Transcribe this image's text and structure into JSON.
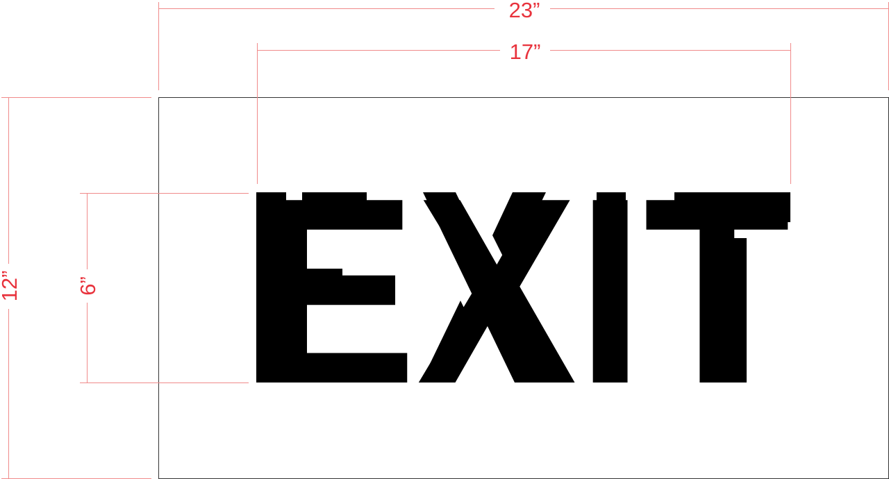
{
  "stencil": {
    "lettering": "EXIT",
    "letter_color": "#000000",
    "outline_color": "#333333"
  },
  "dimensions": {
    "color": "#e8323c",
    "overall_width": "23”",
    "text_width": "17”",
    "overall_height": "12”",
    "letter_height": "6”"
  }
}
